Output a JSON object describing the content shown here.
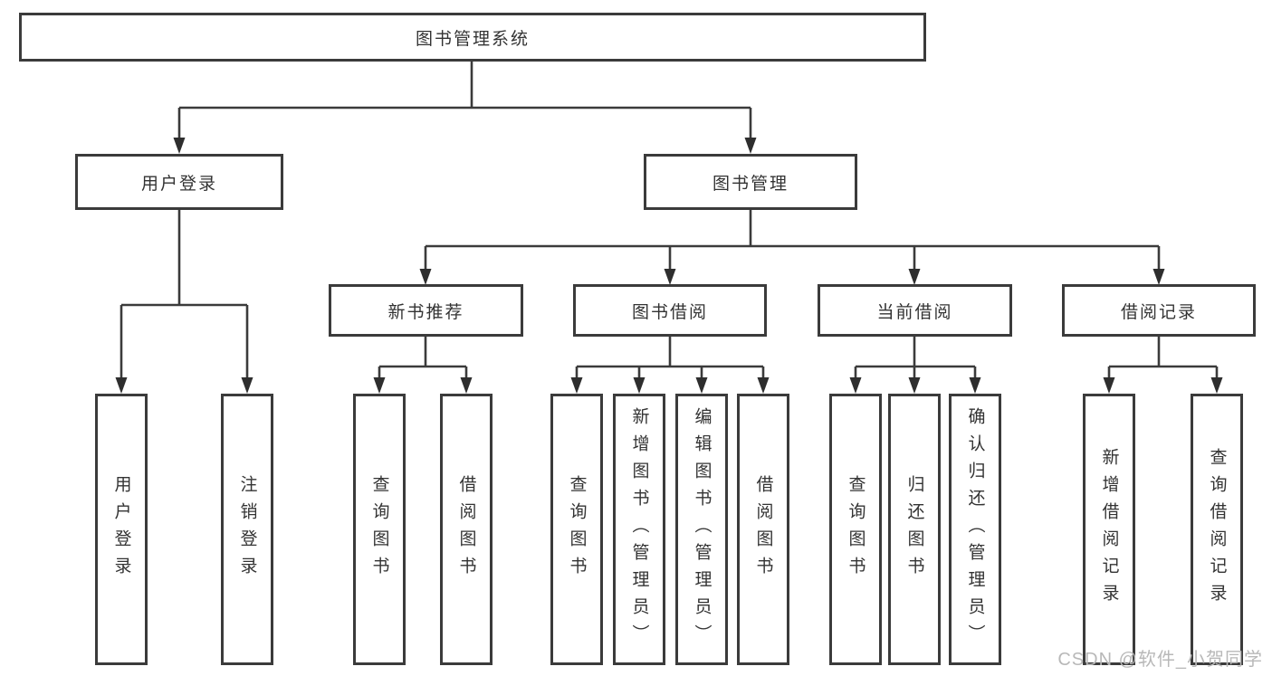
{
  "tree": {
    "root": {
      "label": "图书管理系统",
      "children": [
        {
          "label": "用户登录",
          "children": [
            {
              "label": "用户登录"
            },
            {
              "label": "注销登录"
            }
          ]
        },
        {
          "label": "图书管理",
          "children": [
            {
              "label": "新书推荐",
              "children": [
                {
                  "label": "查询图书"
                },
                {
                  "label": "借阅图书"
                }
              ]
            },
            {
              "label": "图书借阅",
              "children": [
                {
                  "label": "查询图书"
                },
                {
                  "label": "新增图书（管理员）"
                },
                {
                  "label": "编辑图书（管理员）"
                },
                {
                  "label": "借阅图书"
                }
              ]
            },
            {
              "label": "当前借阅",
              "children": [
                {
                  "label": "查询图书"
                },
                {
                  "label": "归还图书"
                },
                {
                  "label": "确认归还（管理员）"
                }
              ]
            },
            {
              "label": "借阅记录",
              "children": [
                {
                  "label": "新增借阅记录"
                },
                {
                  "label": "查询借阅记录"
                }
              ]
            }
          ]
        }
      ]
    }
  },
  "watermark": {
    "text": "CSDN @软件_小贺同学"
  },
  "colors": {
    "line": "#3b3b3b",
    "box_border": "#3b3b3b",
    "text": "#333333",
    "watermark": "#b8b8b8",
    "background": "#ffffff"
  }
}
